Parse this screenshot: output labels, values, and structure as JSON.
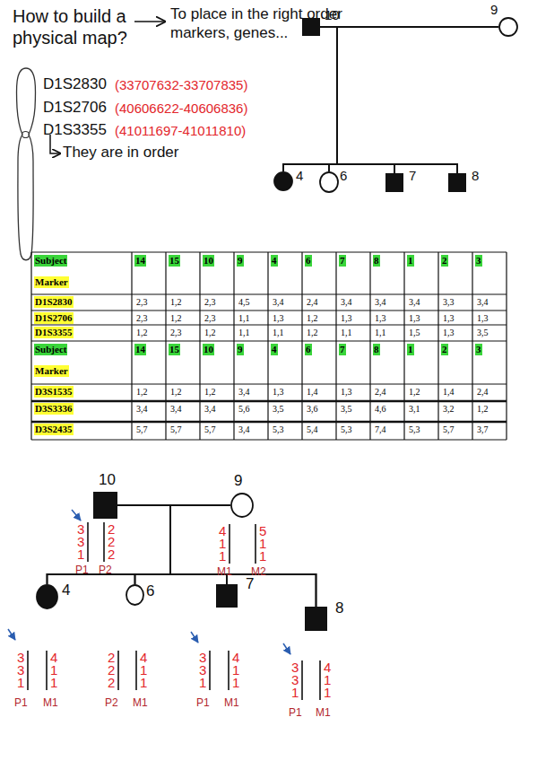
{
  "diagram": {
    "title": "How to build a physical map?",
    "nodes": [
      {
        "text": [
          "10"
        ]
      },
      {
        "text": [
          "9"
        ]
      },
      {
        "text": [
          "4"
        ]
      },
      {
        "text": [
          "6"
        ]
      },
      {
        "text": [
          "7"
        ]
      },
      {
        "text": [
          "8"
        ]
      },
      {
        "text": [
          "10"
        ]
      },
      {
        "text": [
          "9"
        ]
      },
      {
        "text": [
          "4"
        ]
      },
      {
        "text": [
          "6"
        ]
      },
      {
        "text": [
          "7"
        ]
      },
      {
        "text": [
          "8"
        ]
      }
    ],
    "edges": [
      {
        "from": 0,
        "to": 1,
        "arrow": "none"
      },
      {
        "from": 0,
        "to": 2,
        "arrow": "none"
      },
      {
        "from": 1,
        "to": 2,
        "arrow": "none"
      },
      {
        "from": 0,
        "to": 3,
        "arrow": "none"
      },
      {
        "from": 1,
        "to": 3,
        "arrow": "none"
      },
      {
        "from": 0,
        "to": 4,
        "arrow": "none"
      },
      {
        "from": 1,
        "to": 4,
        "arrow": "none"
      },
      {
        "from": 0,
        "to": 5,
        "arrow": "none"
      },
      {
        "from": 1,
        "to": 5,
        "arrow": "none"
      },
      {
        "from": 6,
        "to": 7,
        "arrow": "none"
      },
      {
        "from": 6,
        "to": 8,
        "arrow": "none"
      },
      {
        "from": 7,
        "to": 8,
        "arrow": "none"
      },
      {
        "from": 6,
        "to": 9,
        "arrow": "none"
      },
      {
        "from": 7,
        "to": 9,
        "arrow": "none"
      },
      {
        "from": 6,
        "to": 10,
        "arrow": "none"
      },
      {
        "from": 7,
        "to": 10,
        "arrow": "none"
      },
      {
        "from": 6,
        "to": 11,
        "arrow": "none"
      },
      {
        "from": 7,
        "to": 11,
        "arrow": "none"
      }
    ],
    "labels": [
      "To place in the right order markers, genes...",
      "D1S2830",
      "(33707632-33707835)",
      "D1S2706",
      "(40606622-40606836)",
      "D1S3355",
      "(41011697-41011810)",
      "They are in order",
      "Subject",
      "Marker",
      "14",
      "15",
      "10",
      "9",
      "4",
      "6",
      "7",
      "8",
      "1",
      "2",
      "3",
      "D1S2830",
      "2,3",
      "1,2",
      "2,3",
      "4,5",
      "3,4",
      "2,4",
      "3,4",
      "3,4",
      "3,4",
      "3,3",
      "3,4",
      "D1S2706",
      "2,3",
      "1,2",
      "2,3",
      "1,1",
      "1,3",
      "1,2",
      "1,3",
      "1,3",
      "1,3",
      "1,3",
      "1,3",
      "D1S3355",
      "1,2",
      "2,3",
      "1,2",
      "1,1",
      "1,1",
      "1,2",
      "1,1",
      "1,1",
      "1,5",
      "1,3",
      "3,5",
      "Subject",
      "Marker",
      "14",
      "15",
      "10",
      "9",
      "4",
      "6",
      "7",
      "8",
      "1",
      "2",
      "3",
      "D3S1535",
      "1,2",
      "1,2",
      "1,2",
      "3,4",
      "1,3",
      "1,4",
      "1,3",
      "2,4",
      "1,2",
      "1,4",
      "2,4",
      "D3S3336",
      "3,4",
      "3,4",
      "3,4",
      "5,6",
      "3,5",
      "3,6",
      "3,5",
      "4,6",
      "3,1",
      "3,2",
      "1,2",
      "D3S2435",
      "5,7",
      "5,7",
      "5,7",
      "3,4",
      "5,3",
      "5,4",
      "5,3",
      "7,4",
      "5,3",
      "5,7",
      "3,7",
      "3 3 1",
      "2 2 2",
      "P1",
      "P2",
      "4 1 1",
      "5 1 1",
      "M1",
      "M2",
      "3 3 1",
      "4 1 1",
      "P1",
      "M1",
      "2 2 2",
      "4 1 1",
      "P2",
      "M1",
      "3 3 1",
      "4 1 1",
      "P1",
      "M1",
      "3 3 1",
      "4 1 1",
      "P1",
      "M1"
    ]
  }
}
